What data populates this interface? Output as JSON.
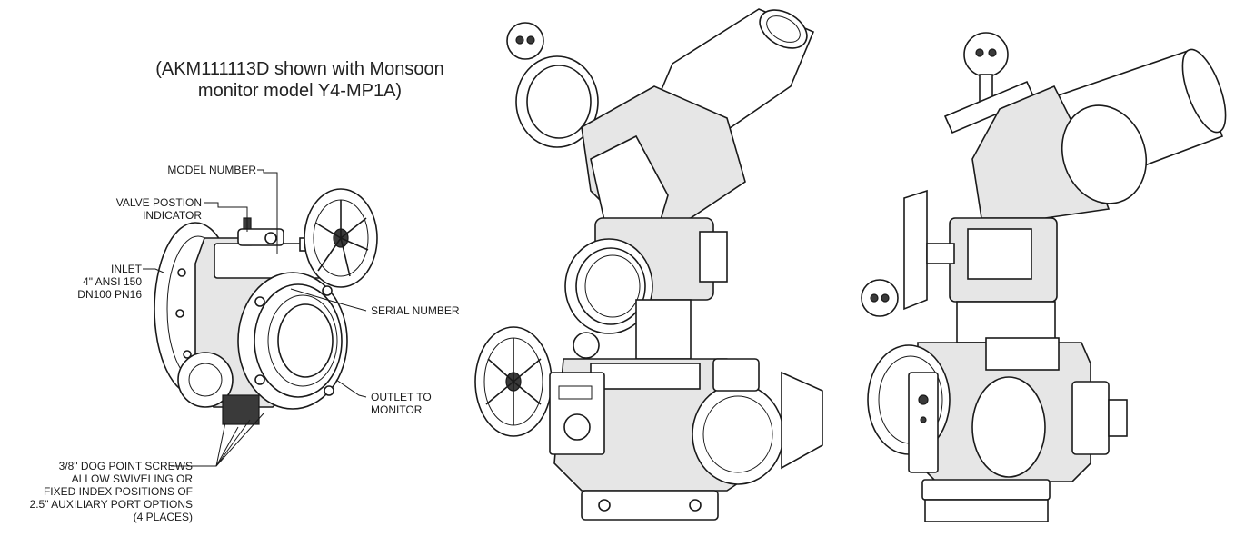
{
  "caption": {
    "line1": "(AKM111113D shown with Monsoon",
    "line2": "monitor model Y4-MP1A)"
  },
  "callouts": {
    "model_number": "MODEL NUMBER",
    "valve_position_1": "VALVE POSTION",
    "valve_position_2": "INDICATOR",
    "inlet_1": "INLET",
    "inlet_2": "4\" ANSI 150",
    "inlet_3": "DN100 PN16",
    "serial_number": "SERIAL NUMBER",
    "outlet_1": "OUTLET TO",
    "outlet_2": "MONITOR",
    "screws_1": "3/8\" DOG POINT SCREWS",
    "screws_2": "ALLOW SWIVELING OR",
    "screws_3": "FIXED INDEX POSITIONS OF",
    "screws_4": "2.5\" AUXILIARY PORT OPTIONS",
    "screws_5": "(4 PLACES)"
  },
  "colors": {
    "ink": "#1a1a1a",
    "shade": "#e6e6e6",
    "background": "#ffffff"
  }
}
